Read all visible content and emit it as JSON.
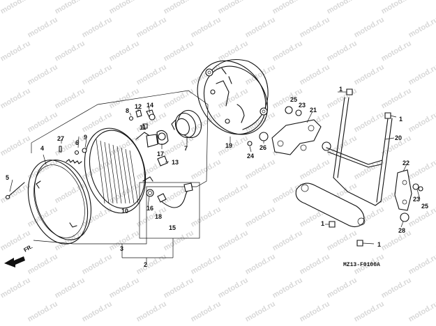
{
  "watermark": "motod.ru",
  "diagram_code": "MZ13-F0100A",
  "direction_label": "FR.",
  "callouts": [
    "1",
    "2",
    "3",
    "4",
    "5",
    "6",
    "7",
    "8",
    "9",
    "10",
    "11",
    "12",
    "13",
    "14",
    "15",
    "16",
    "17",
    "18",
    "19",
    "20",
    "21",
    "22",
    "23",
    "24",
    "25",
    "26",
    "27",
    "28"
  ]
}
